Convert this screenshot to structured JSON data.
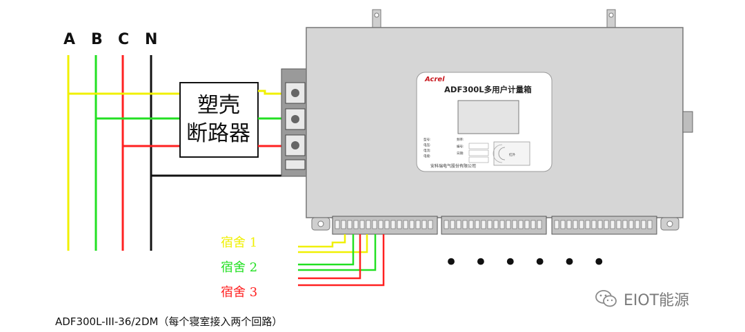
{
  "phases": [
    "A",
    "B",
    "C",
    "N"
  ],
  "breaker": {
    "line1": "塑壳",
    "line2": "断路器"
  },
  "meter": {
    "brand": "Acrel",
    "model": "ADF300L多用户计量箱",
    "manufacturer": "安科瑞电气股份有限公司",
    "spec_fields": [
      "型号:",
      "电压:",
      "电流:",
      "电能:",
      "频率:",
      "编号:",
      "日期:"
    ],
    "ir_label": "红外"
  },
  "dorms": [
    {
      "label": "宿舍 1",
      "color": "#f0f000"
    },
    {
      "label": "宿舍 2",
      "color": "#22e022"
    },
    {
      "label": "宿舍 3",
      "color": "#ff2020"
    }
  ],
  "ellipsis": "• • • • • •",
  "caption": "ADF300L-III-36/2DM（每个寝室接入两个回路）",
  "watermark": "EIOT能源",
  "colors": {
    "yellow": "#f0f000",
    "green": "#22e022",
    "red": "#ff2020",
    "black": "#111111",
    "box": "#d6d6d6"
  }
}
